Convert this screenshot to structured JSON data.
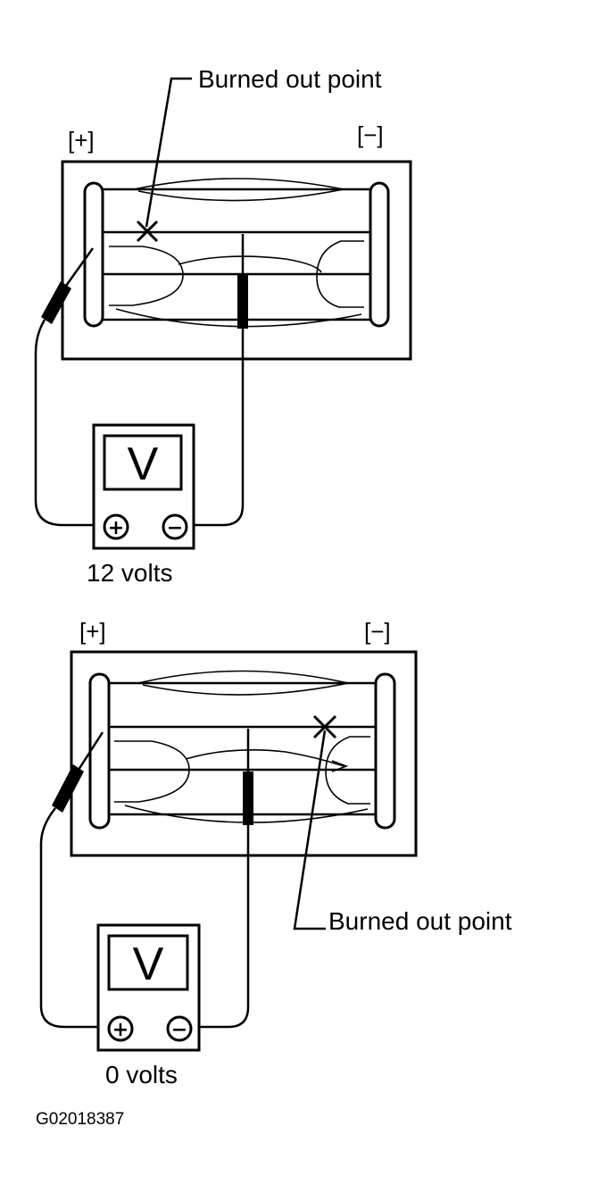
{
  "top": {
    "callout": "Burned out point",
    "terminal_pos": "[+]",
    "terminal_neg": "[−]",
    "meter_letter": "V",
    "meter_pos": "+",
    "meter_neg": "−",
    "reading": "12 volts"
  },
  "bottom": {
    "callout": "Burned out point",
    "terminal_pos": "[+]",
    "terminal_neg": "[−]",
    "meter_letter": "V",
    "meter_pos": "+",
    "meter_neg": "−",
    "reading": "0 volts"
  },
  "figure_code": "G02018387",
  "colors": {
    "ink": "#000000",
    "paper": "#ffffff"
  }
}
